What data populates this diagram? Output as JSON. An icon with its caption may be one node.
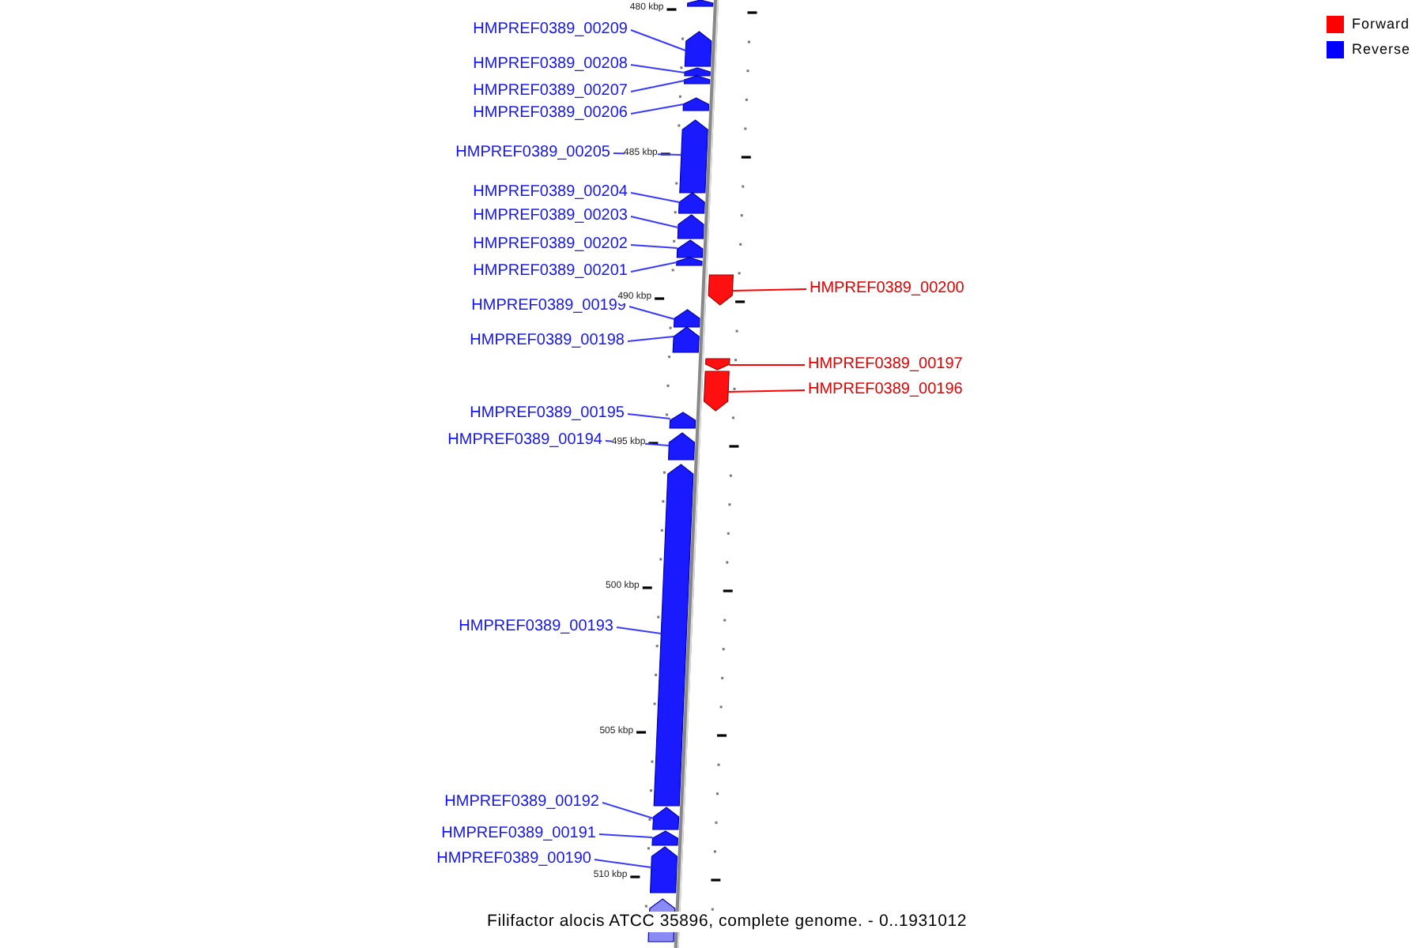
{
  "diagram": {
    "caption": "Filifactor alocis ATCC 35896, complete genome. - 0..1931012",
    "nodes": [
      {
        "text": [],
        "shape": "arrow"
      },
      {
        "text": [
          "HMPREF0389_00209"
        ]
      },
      {
        "text": [],
        "shape": "arrow"
      },
      {
        "text": [
          "HMPREF0389_00208"
        ]
      },
      {
        "text": [],
        "shape": "arrow"
      },
      {
        "text": [
          "HMPREF0389_00207"
        ]
      },
      {
        "text": [],
        "shape": "arrow"
      },
      {
        "text": [
          "HMPREF0389_00206"
        ]
      },
      {
        "text": [],
        "shape": "arrow"
      },
      {
        "text": [
          "HMPREF0389_00205"
        ]
      },
      {
        "text": [],
        "shape": "arrow"
      },
      {
        "text": [
          "HMPREF0389_00204"
        ]
      },
      {
        "text": [],
        "shape": "arrow"
      },
      {
        "text": [
          "HMPREF0389_00203"
        ]
      },
      {
        "text": [],
        "shape": "arrow"
      },
      {
        "text": [
          "HMPREF0389_00202"
        ]
      },
      {
        "text": [],
        "shape": "arrow"
      },
      {
        "text": [
          "HMPREF0389_00201"
        ]
      },
      {
        "text": [],
        "shape": "arrow"
      },
      {
        "text": [
          "HMPREF0389_00200"
        ]
      },
      {
        "text": [],
        "shape": "arrow"
      },
      {
        "text": [
          "HMPREF0389_00199"
        ]
      },
      {
        "text": [],
        "shape": "arrow"
      },
      {
        "text": [
          "HMPREF0389_00198"
        ]
      },
      {
        "text": [],
        "shape": "arrow"
      },
      {
        "text": [
          "HMPREF0389_00197"
        ]
      },
      {
        "text": [],
        "shape": "arrow"
      },
      {
        "text": [
          "HMPREF0389_00196"
        ]
      },
      {
        "text": [],
        "shape": "arrow"
      },
      {
        "text": [
          "HMPREF0389_00195"
        ]
      },
      {
        "text": [],
        "shape": "arrow"
      },
      {
        "text": [
          "HMPREF0389_00194"
        ]
      },
      {
        "text": [],
        "shape": "arrow"
      },
      {
        "text": [
          "HMPREF0389_00193"
        ]
      },
      {
        "text": [],
        "shape": "arrow"
      },
      {
        "text": [
          "HMPREF0389_00192"
        ]
      },
      {
        "text": [],
        "shape": "arrow"
      },
      {
        "text": [
          "HMPREF0389_00191"
        ]
      },
      {
        "text": [],
        "shape": "arrow"
      },
      {
        "text": [
          "HMPREF0389_00190"
        ]
      },
      {
        "text": [],
        "shape": "arrow"
      },
      {
        "text": [],
        "shape": "arrow"
      }
    ],
    "edges": [
      {
        "from": 1,
        "to": 2,
        "arrow": "none"
      },
      {
        "from": 3,
        "to": 4,
        "arrow": "none"
      },
      {
        "from": 5,
        "to": 6,
        "arrow": "none"
      },
      {
        "from": 7,
        "to": 8,
        "arrow": "none"
      },
      {
        "from": 9,
        "to": 10,
        "arrow": "none"
      },
      {
        "from": 11,
        "to": 12,
        "arrow": "none"
      },
      {
        "from": 13,
        "to": 14,
        "arrow": "none"
      },
      {
        "from": 15,
        "to": 16,
        "arrow": "none"
      },
      {
        "from": 17,
        "to": 18,
        "arrow": "none"
      },
      {
        "from": 19,
        "to": 20,
        "arrow": "none",
        "color": "#ff0000"
      },
      {
        "from": 21,
        "to": 22,
        "arrow": "none"
      },
      {
        "from": 23,
        "to": 24,
        "arrow": "none"
      },
      {
        "from": 25,
        "to": 26,
        "arrow": "none",
        "color": "#ff0000"
      },
      {
        "from": 27,
        "to": 28,
        "arrow": "none",
        "color": "#ff0000"
      },
      {
        "from": 29,
        "to": 30,
        "arrow": "none"
      },
      {
        "from": 31,
        "to": 32,
        "arrow": "none"
      },
      {
        "from": 33,
        "to": 34,
        "arrow": "none"
      },
      {
        "from": 35,
        "to": 36,
        "arrow": "none"
      },
      {
        "from": 37,
        "to": 38,
        "arrow": "none"
      },
      {
        "from": 39,
        "to": 40,
        "arrow": "none"
      }
    ],
    "labels": [
      "480 kbp",
      "485 kbp",
      "490 kbp",
      "495 kbp",
      "500 kbp",
      "505 kbp",
      "510 kbp"
    ],
    "legend": [
      {
        "text": "Forward",
        "color": "#ff0000"
      },
      {
        "text": "Reverse",
        "color": "#0000ff"
      }
    ]
  }
}
